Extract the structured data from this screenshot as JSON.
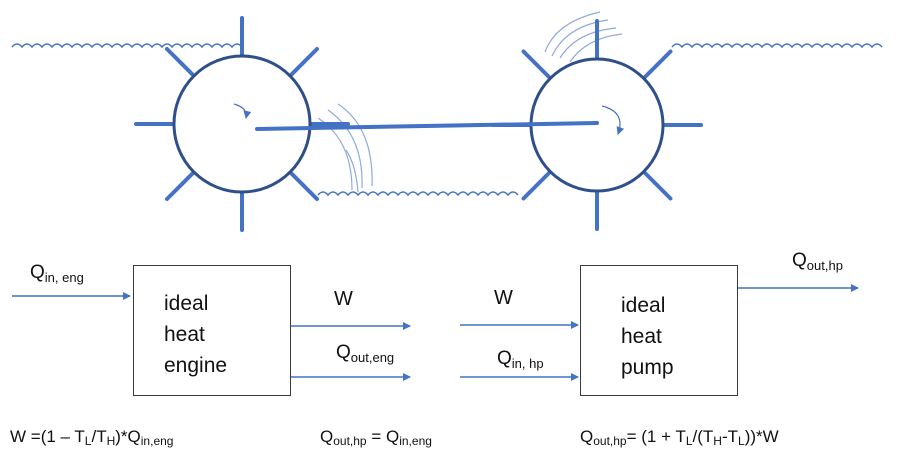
{
  "colors": {
    "accent": "#4472c4",
    "rim": "#2f4f8a",
    "ink": "#1a1a1a"
  },
  "labels": {
    "q_in_eng": {
      "main": "Q",
      "sub": "in, eng"
    },
    "w_engine": "W",
    "q_out_eng": {
      "main": "Q",
      "sub": "out,eng"
    },
    "w_pump": "W",
    "q_in_hp": {
      "main": "Q",
      "sub": "in, hp"
    },
    "q_out_hp": {
      "main": "Q",
      "sub": "out,hp"
    }
  },
  "boxes": {
    "engine": {
      "line1": "ideal",
      "line2": "heat",
      "line3": "engine"
    },
    "pump": {
      "line1": "ideal",
      "line2": "heat",
      "line3": "pump"
    }
  },
  "equations": {
    "eq1": {
      "a": "W =(1 – T",
      "a_sub": "L",
      "b": "/T",
      "b_sub": "H",
      "c": ")*Q",
      "c_sub": "in,eng"
    },
    "eq2": {
      "a": "Q",
      "a_sub": "out,hp",
      "b": " = Q",
      "b_sub": "in,eng"
    },
    "eq3": {
      "a": "Q",
      "a_sub": "out,hp",
      "b": "= (1 + T",
      "b_sub": "L",
      "c": "/(T",
      "c_sub": "H",
      "d": "-T",
      "d_sub": "L",
      "e": "))*W"
    }
  }
}
